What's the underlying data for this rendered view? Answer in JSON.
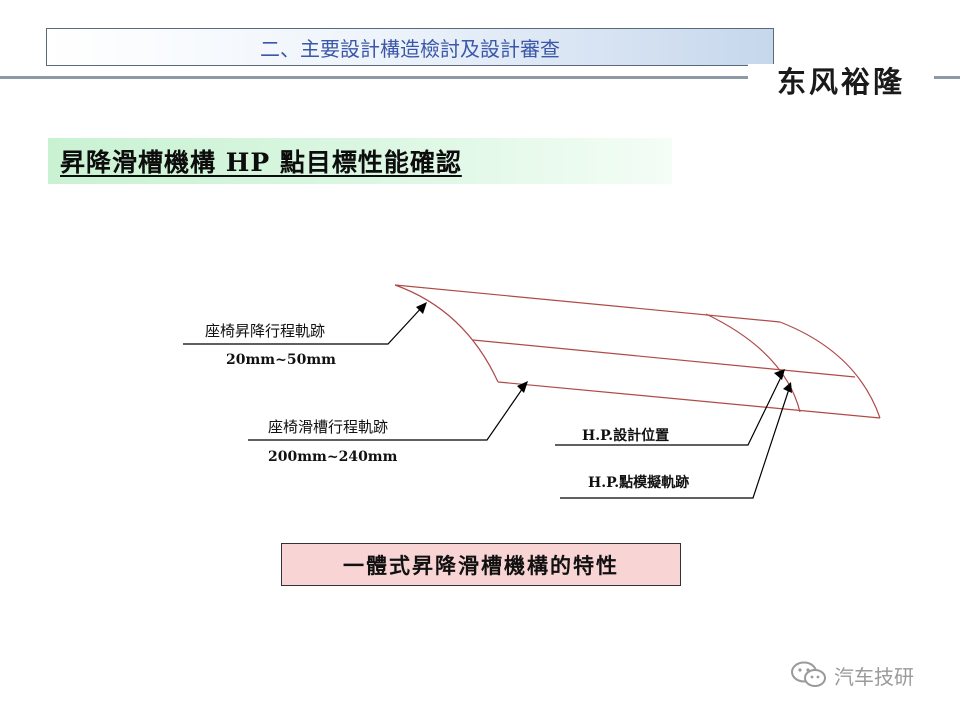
{
  "header": {
    "title": "二、主要設計構造檢討及設計審查",
    "logo_text": "东风裕隆"
  },
  "slide": {
    "title": "昇降滑槽機構 HP 點目標性能確認"
  },
  "diagram": {
    "labels": {
      "seat_lift_track": "座椅昇降行程軌跡",
      "seat_lift_range": "20mm~50mm",
      "seat_slide_track": "座椅滑槽行程軌跡",
      "seat_slide_range": "200mm~240mm",
      "hp_design_position": "H.P.設計位置",
      "hp_simulation_track": "H.P.點模擬軌跡"
    },
    "colors": {
      "curve": "#b04a4a",
      "leader": "#000000"
    }
  },
  "feature": {
    "label": "一體式昇降滑槽機構的特性"
  },
  "watermark": {
    "text": "汽车技研",
    "icon": "wechat-icon"
  }
}
